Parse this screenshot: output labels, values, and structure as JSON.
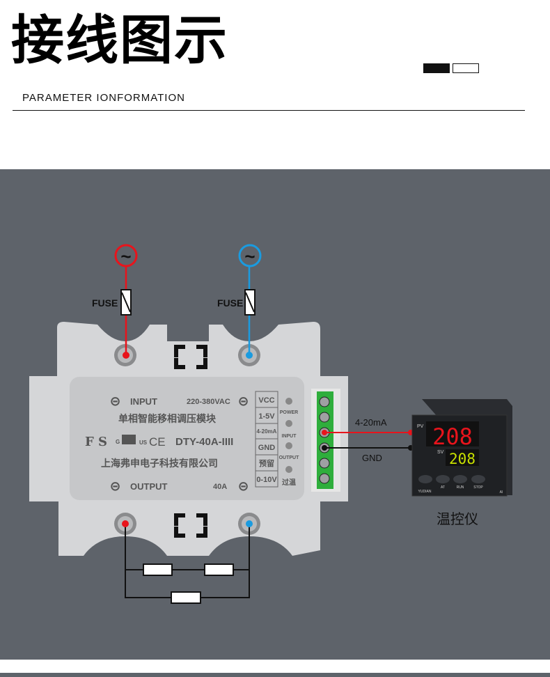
{
  "header": {
    "title": "接线图示",
    "subtitle": "PARAMETER IONFORMATION"
  },
  "diagram": {
    "fuse_left": "FUSE",
    "fuse_right": "FUSE",
    "ac_symbol": "~",
    "module": {
      "input": "INPUT",
      "voltage": "220-380VAC",
      "name": "单相智能移相调压模块",
      "brand": "F S",
      "model": "DTY-40A-IIII",
      "company": "上海弗申电子科技有限公司",
      "output": "OUTPUT",
      "current": "40A",
      "cert": "CE",
      "us": "US",
      "g": "G",
      "terminals": [
        "VCC",
        "1-5V",
        "4-20mA",
        "GND",
        "预留",
        "0-10V"
      ],
      "leds": [
        "POWER",
        "INPUT",
        "OUTPUT",
        "过温"
      ]
    },
    "signal_label": "4-20mA",
    "gnd_label": "GND",
    "controller": {
      "pv_label": "PV",
      "pv_value": "208",
      "sv_label": "SV",
      "sv_value": "208",
      "brand": "YUDIAN",
      "model": "AI",
      "buttons": [
        "AT",
        "RUN",
        "STOP"
      ],
      "caption": "温控仪"
    }
  },
  "colors": {
    "panel": "#5e636a",
    "red": "#e8141c",
    "blue": "#1a9be0",
    "green": "#2fae3c"
  }
}
